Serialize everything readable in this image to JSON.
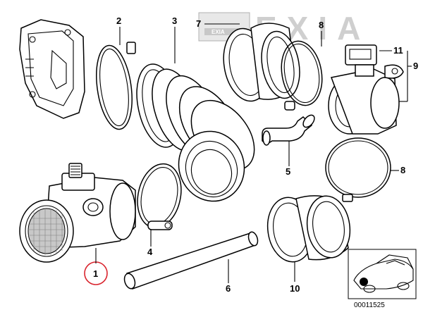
{
  "watermark": {
    "text": "EXIA",
    "small_text": "EXIA"
  },
  "diagram_number": "00011525",
  "parts": [
    {
      "num": "1"
    },
    {
      "num": "2"
    },
    {
      "num": "3"
    },
    {
      "num": "4"
    },
    {
      "num": "5"
    },
    {
      "num": "6"
    },
    {
      "num": "7"
    },
    {
      "num": "8"
    },
    {
      "num": "8"
    },
    {
      "num": "9"
    },
    {
      "num": "10"
    },
    {
      "num": "11"
    }
  ],
  "highlight_color": "#d9232d"
}
